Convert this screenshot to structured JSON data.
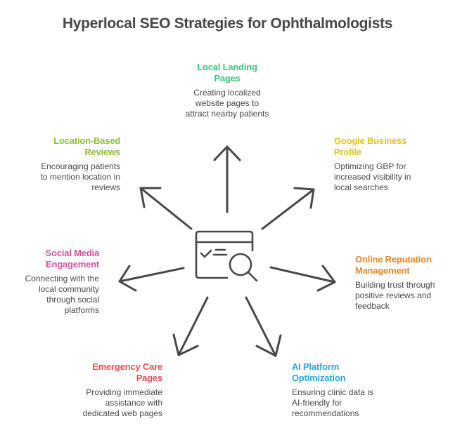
{
  "title": "Hyperlocal SEO Strategies for Ophthalmologists",
  "center_icon": "webpage-search-icon",
  "nodes": [
    {
      "id": "local-landing-pages",
      "title": "Local Landing Pages",
      "title_lines": [
        "Local Landing",
        "Pages"
      ],
      "description_lines": [
        "Creating localized",
        "website pages to",
        "attract nearby patients"
      ],
      "color": "#3cc47c"
    },
    {
      "id": "google-business-profile",
      "title": "Google Business Profile",
      "title_lines": [
        "Google Business",
        "Profile"
      ],
      "description_lines": [
        "Optimizing GBP for",
        "increased visibility in",
        "local searches"
      ],
      "color": "#e0c51e"
    },
    {
      "id": "online-reputation-management",
      "title": "Online Reputation Management",
      "title_lines": [
        "Online Reputation",
        "Management"
      ],
      "description_lines": [
        "Building trust through",
        "positive reviews and",
        "feedback"
      ],
      "color": "#e5882c"
    },
    {
      "id": "ai-platform-optimization",
      "title": "AI Platform Optimization",
      "title_lines": [
        "AI Platform",
        "Optimization"
      ],
      "description_lines": [
        "Ensuring clinic data is",
        "AI-friendly for",
        "recommendations"
      ],
      "color": "#29a9d8"
    },
    {
      "id": "emergency-care-pages",
      "title": "Emergency Care Pages",
      "title_lines": [
        "Emergency Care",
        "Pages"
      ],
      "description_lines": [
        "Providing immediate",
        "assistance with",
        "dedicated web pages"
      ],
      "color": "#e05252"
    },
    {
      "id": "social-media-engagement",
      "title": "Social Media Engagement",
      "title_lines": [
        "Social Media",
        "Engagement"
      ],
      "description_lines": [
        "Connecting with the",
        "local community",
        "through social",
        "platforms"
      ],
      "color": "#d9509f"
    },
    {
      "id": "location-based-reviews",
      "title": "Location-Based Reviews",
      "title_lines": [
        "Location-Based",
        "Reviews"
      ],
      "description_lines": [
        "Encouraging patients",
        "to mention location in",
        "reviews"
      ],
      "color": "#8cbf3a"
    }
  ],
  "colors": {
    "title": "#484848",
    "text": "#484848",
    "arrow": "#484848"
  }
}
